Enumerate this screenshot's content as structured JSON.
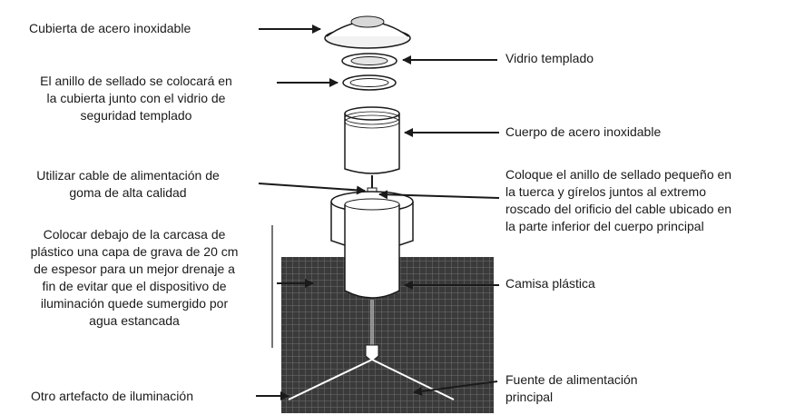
{
  "labels": {
    "cover": "Cubierta de acero inoxidable",
    "sealing_ring": "El anillo de sellado se colocará en\nla cubierta junto con el vidrio de\nseguridad templado",
    "cable": "Utilizar cable de alimentación de\ngoma de alta calidad",
    "gravel": "Colocar debajo de la carcasa de\nplástico una capa de grava de 20 cm\nde espesor para un mejor drenaje a\nfin de evitar que el dispositivo de\niluminación quede sumergido por\nagua estancada",
    "other_fixture": "Otro artefacto de iluminación",
    "tempered_glass": "Vidrio templado",
    "body": "Cuerpo de acero inoxidable",
    "small_ring": "Coloque el anillo de sellado pequeño en\nla tuerca y gírelos juntos al extremo\nroscado del orificio del cable ubicado en\nla parte inferior del cuerpo principal",
    "sleeve": "Camisa plástica",
    "power_source": "Fuente de alimentación\nprincipal"
  },
  "colors": {
    "ink": "#1a1a1a",
    "grid_bg": "#3a3a3a",
    "grid_line": "#6e6e6e",
    "part_fill": "#ffffff"
  }
}
